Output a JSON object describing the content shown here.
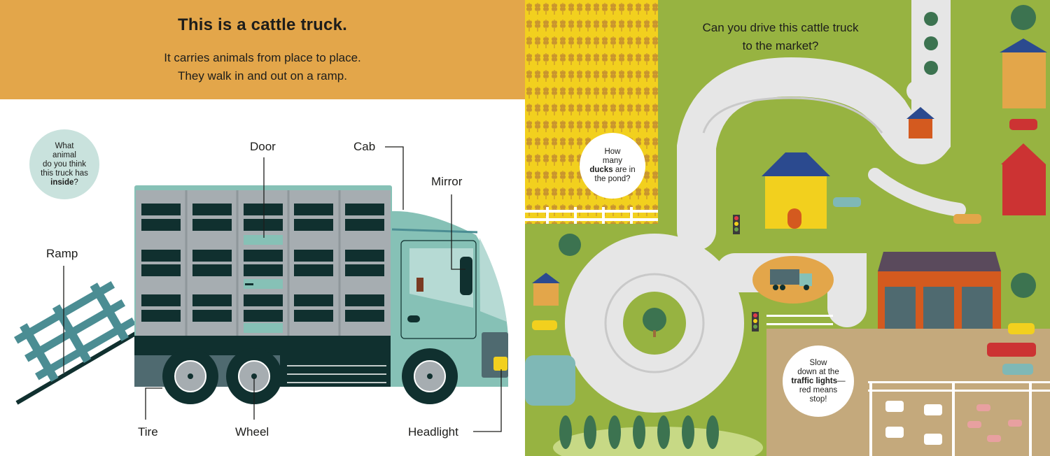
{
  "left_page": {
    "title": "This is a cattle truck.",
    "subtitle_lines": [
      "It carries animals from place to place.",
      "They walk in and out on a ramp."
    ],
    "question_bubble": {
      "lines": [
        "What",
        "animal",
        "do you think",
        "this truck has"
      ],
      "bold_word": "inside",
      "end": "?"
    },
    "labels": {
      "door": "Door",
      "cab": "Cab",
      "mirror": "Mirror",
      "ramp": "Ramp",
      "tire": "Tire",
      "wheel": "Wheel",
      "headlight": "Headlight"
    },
    "colors": {
      "header_band": "#e3a64a",
      "truck_teal": "#86c1b6",
      "truck_dark": "#10302f",
      "cage_grey": "#a6adb1",
      "ramp": "#4b8d93"
    }
  },
  "right_page": {
    "question_lines": [
      "Can you drive this cattle truck",
      "to the market?"
    ],
    "ducks_bubble": {
      "lines": [
        "How",
        "many"
      ],
      "bold_word": "ducks",
      "after_bold": "are in",
      "last": "the pond?"
    },
    "traffic_bubble": {
      "lines": [
        "Slow",
        "down at the"
      ],
      "bold_word": "traffic lights",
      "after_bold": "—",
      "rest": [
        "red means",
        "stop!"
      ]
    },
    "colors": {
      "grass": "#97b341",
      "road": "#e6e6e6",
      "wheat_field": "#f2d01e",
      "market_ground": "#c4a97c",
      "pond": "#7fb8b6",
      "barn": "#d45a1f"
    }
  }
}
